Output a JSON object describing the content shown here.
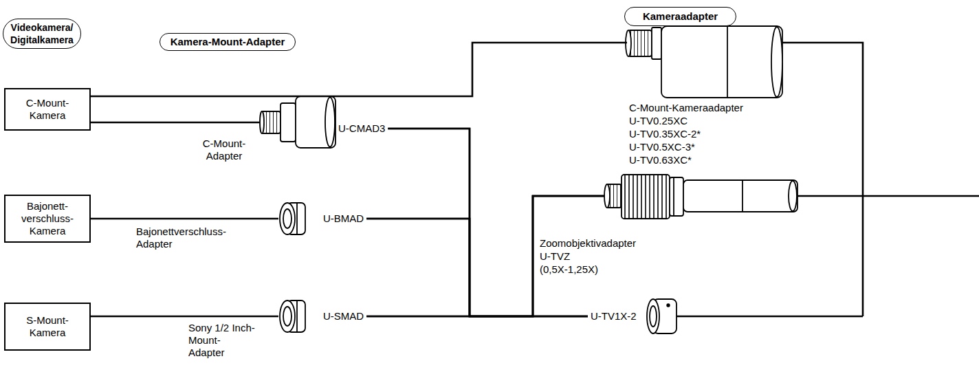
{
  "diagram": {
    "nodes": [
      {
        "text": [
          "Videokamera/ Digitalkamera"
        ]
      },
      {
        "text": [
          "Kamera-Mount-Adapter"
        ]
      },
      {
        "text": [
          "Kameraadapter"
        ]
      },
      {
        "text": [
          "C-Mount- Kamera"
        ]
      },
      {
        "text": [
          "C-Mount- Adapter",
          "U-CMAD3"
        ]
      },
      {
        "text": [
          "Bajonett- verschluss- Kamera"
        ]
      },
      {
        "text": [
          "Bajonettverschluss- Adapter",
          "U-BMAD"
        ]
      },
      {
        "text": [
          "S-Mount- Kamera"
        ]
      },
      {
        "text": [
          "Sony 1/2 Inch- Mount- Adapter",
          "U-SMAD"
        ]
      },
      {
        "text": [
          "C-Mount-Kameraadapter",
          "U-TV0.25XC",
          "U-TV0.35XC-2*",
          "U-TV0.5XC-3*",
          "U-TV0.63XC*"
        ]
      },
      {
        "text": [
          "Zoomobjektivadapter",
          "U-TVZ",
          "(0,5X-1,25X)"
        ]
      },
      {
        "text": [
          "U-TV1X-2"
        ]
      }
    ],
    "edges": [
      {
        "from": 3,
        "to": 9,
        "arrow": "none"
      },
      {
        "from": 3,
        "to": 4,
        "arrow": "none"
      },
      {
        "from": 5,
        "to": 6,
        "arrow": "none"
      },
      {
        "from": 7,
        "to": 8,
        "arrow": "none"
      },
      {
        "from": 4,
        "to": 10,
        "arrow": "none"
      },
      {
        "from": 4,
        "to": 11,
        "arrow": "none"
      },
      {
        "from": 6,
        "to": 10,
        "arrow": "none"
      },
      {
        "from": 6,
        "to": 11,
        "arrow": "none"
      },
      {
        "from": 8,
        "to": 10,
        "arrow": "none"
      },
      {
        "from": 8,
        "to": 11,
        "arrow": "none"
      }
    ]
  }
}
